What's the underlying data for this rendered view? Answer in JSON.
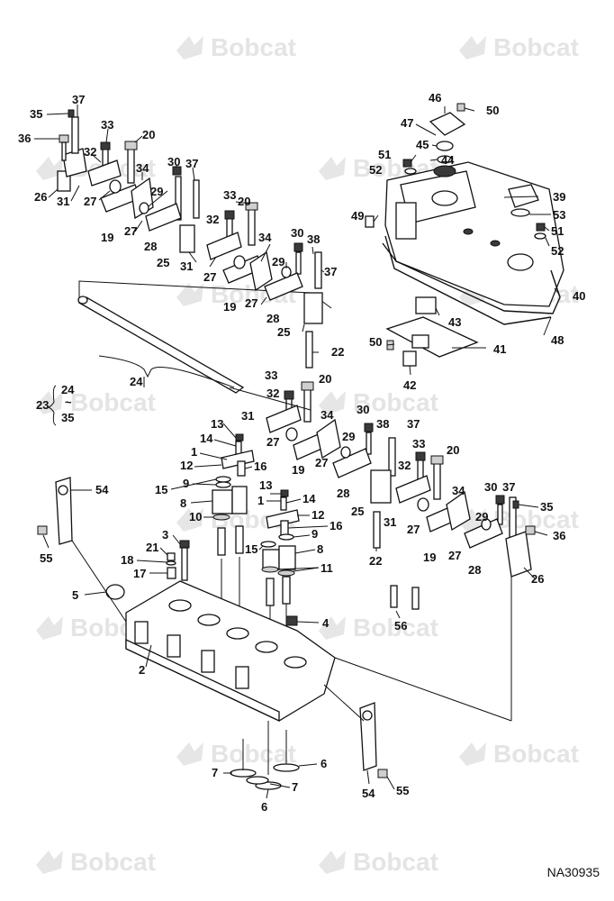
{
  "watermark": {
    "brand": "Bobcat"
  },
  "reference_code": "NA30935",
  "callouts": [
    {
      "id": "c35a",
      "label": "35"
    },
    {
      "id": "c37a",
      "label": "37"
    },
    {
      "id": "c36a",
      "label": "36"
    },
    {
      "id": "c33a",
      "label": "33"
    },
    {
      "id": "c20a",
      "label": "20"
    },
    {
      "id": "c32a",
      "label": "32"
    },
    {
      "id": "c30a",
      "label": "30"
    },
    {
      "id": "c37b",
      "label": "37"
    },
    {
      "id": "c34a",
      "label": "34"
    },
    {
      "id": "c26a",
      "label": "26"
    },
    {
      "id": "c31a",
      "label": "31"
    },
    {
      "id": "c27a",
      "label": "27"
    },
    {
      "id": "c29a",
      "label": "29"
    },
    {
      "id": "c19a",
      "label": "19"
    },
    {
      "id": "c27b",
      "label": "27"
    },
    {
      "id": "c28a",
      "label": "28"
    },
    {
      "id": "c33b",
      "label": "33"
    },
    {
      "id": "c20b",
      "label": "20"
    },
    {
      "id": "c32b",
      "label": "32"
    },
    {
      "id": "c25a",
      "label": "25"
    },
    {
      "id": "c31b",
      "label": "31"
    },
    {
      "id": "c34b",
      "label": "34"
    },
    {
      "id": "c30b",
      "label": "30"
    },
    {
      "id": "c38a",
      "label": "38"
    },
    {
      "id": "c29b",
      "label": "29"
    },
    {
      "id": "c27c",
      "label": "27"
    },
    {
      "id": "c37c",
      "label": "37"
    },
    {
      "id": "c19b",
      "label": "19"
    },
    {
      "id": "c27d",
      "label": "27"
    },
    {
      "id": "c28b",
      "label": "28"
    },
    {
      "id": "c25b",
      "label": "25"
    },
    {
      "id": "c22a",
      "label": "22"
    },
    {
      "id": "c24a",
      "label": "24"
    },
    {
      "id": "c23",
      "label": "23"
    },
    {
      "id": "c24b",
      "label": "24"
    },
    {
      "id": "ctilde",
      "label": "~"
    },
    {
      "id": "c35b",
      "label": "35"
    },
    {
      "id": "c46",
      "label": "46"
    },
    {
      "id": "c50a",
      "label": "50"
    },
    {
      "id": "c47",
      "label": "47"
    },
    {
      "id": "c45",
      "label": "45"
    },
    {
      "id": "c44",
      "label": "44"
    },
    {
      "id": "c51a",
      "label": "51"
    },
    {
      "id": "c52a",
      "label": "52"
    },
    {
      "id": "c39",
      "label": "39"
    },
    {
      "id": "c53",
      "label": "53"
    },
    {
      "id": "c49",
      "label": "49"
    },
    {
      "id": "c51b",
      "label": "51"
    },
    {
      "id": "c52b",
      "label": "52"
    },
    {
      "id": "c40",
      "label": "40"
    },
    {
      "id": "c43",
      "label": "43"
    },
    {
      "id": "c48",
      "label": "48"
    },
    {
      "id": "c50b",
      "label": "50"
    },
    {
      "id": "c41",
      "label": "41"
    },
    {
      "id": "c42",
      "label": "42"
    },
    {
      "id": "c33c",
      "label": "33"
    },
    {
      "id": "c20c",
      "label": "20"
    },
    {
      "id": "c32c",
      "label": "32"
    },
    {
      "id": "c31c",
      "label": "31"
    },
    {
      "id": "c34c",
      "label": "34"
    },
    {
      "id": "c30c",
      "label": "30"
    },
    {
      "id": "c38b",
      "label": "38"
    },
    {
      "id": "c37d",
      "label": "37"
    },
    {
      "id": "c27e",
      "label": "27"
    },
    {
      "id": "c29c",
      "label": "29"
    },
    {
      "id": "c33d",
      "label": "33"
    },
    {
      "id": "c20d",
      "label": "20"
    },
    {
      "id": "c19c",
      "label": "19"
    },
    {
      "id": "c27f",
      "label": "27"
    },
    {
      "id": "c32d",
      "label": "32"
    },
    {
      "id": "c28c",
      "label": "28"
    },
    {
      "id": "c13a",
      "label": "13"
    },
    {
      "id": "c14a",
      "label": "14"
    },
    {
      "id": "c1a",
      "label": "1"
    },
    {
      "id": "c12a",
      "label": "12"
    },
    {
      "id": "c16a",
      "label": "16"
    },
    {
      "id": "c15a",
      "label": "15"
    },
    {
      "id": "c9a",
      "label": "9"
    },
    {
      "id": "c8a",
      "label": "8"
    },
    {
      "id": "c10a",
      "label": "10"
    },
    {
      "id": "c54a",
      "label": "54"
    },
    {
      "id": "c13b",
      "label": "13"
    },
    {
      "id": "c1b",
      "label": "1"
    },
    {
      "id": "c14b",
      "label": "14"
    },
    {
      "id": "c12b",
      "label": "12"
    },
    {
      "id": "c16b",
      "label": "16"
    },
    {
      "id": "c9b",
      "label": "9"
    },
    {
      "id": "c15b",
      "label": "15"
    },
    {
      "id": "c8b",
      "label": "8"
    },
    {
      "id": "c11",
      "label": "11"
    },
    {
      "id": "c25c",
      "label": "25"
    },
    {
      "id": "c31d",
      "label": "31"
    },
    {
      "id": "c34d",
      "label": "34"
    },
    {
      "id": "c27g",
      "label": "27"
    },
    {
      "id": "c30d",
      "label": "30"
    },
    {
      "id": "c37e",
      "label": "37"
    },
    {
      "id": "c35c",
      "label": "35"
    },
    {
      "id": "c29d",
      "label": "29"
    },
    {
      "id": "c36b",
      "label": "36"
    },
    {
      "id": "c19d",
      "label": "19"
    },
    {
      "id": "c27h",
      "label": "27"
    },
    {
      "id": "c28d",
      "label": "28"
    },
    {
      "id": "c26b",
      "label": "26"
    },
    {
      "id": "c22b",
      "label": "22"
    },
    {
      "id": "c55a",
      "label": "55"
    },
    {
      "id": "c3",
      "label": "3"
    },
    {
      "id": "c21",
      "label": "21"
    },
    {
      "id": "c18",
      "label": "18"
    },
    {
      "id": "c17",
      "label": "17"
    },
    {
      "id": "c5",
      "label": "5"
    },
    {
      "id": "c4",
      "label": "4"
    },
    {
      "id": "c56",
      "label": "56"
    },
    {
      "id": "c2",
      "label": "2"
    },
    {
      "id": "c7a",
      "label": "7"
    },
    {
      "id": "c6a",
      "label": "6"
    },
    {
      "id": "c7b",
      "label": "7"
    },
    {
      "id": "c6b",
      "label": "6"
    },
    {
      "id": "c54b",
      "label": "54"
    },
    {
      "id": "c55b",
      "label": "55"
    }
  ]
}
